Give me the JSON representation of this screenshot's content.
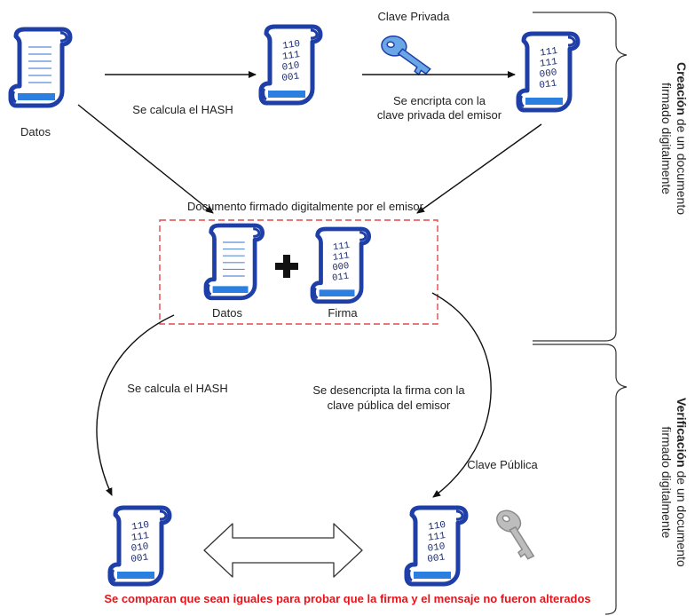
{
  "labels": {
    "datos_top": "Datos",
    "calc_hash_top": "Se calcula el HASH",
    "clave_privada": "Clave Privada",
    "encripta_line1": "Se encripta con la",
    "encripta_line2": "clave privada del emisor",
    "doc_firmado": "Documento firmado digitalmente por el emisor",
    "datos_mid": "Datos",
    "firma_mid": "Firma",
    "calc_hash_bottom": "Se calcula el HASH",
    "desencripta_line1": "Se desencripta la firma con la",
    "desencripta_line2": "clave pública del emisor",
    "clave_publica": "Clave Pública",
    "footer": "Se comparan que sean iguales para probar que la firma y el mensaje no fueron alterados"
  },
  "side_labels": {
    "creacion_bold": "Creación",
    "creacion_rest": " de un documento",
    "creacion_line2": "firmado digitalmente",
    "verificacion_bold": "Verificación",
    "verificacion_rest": " de un documento",
    "verificacion_line2": "firmado digitalmente"
  },
  "hash_text": {
    "variant_a": [
      "110",
      "111",
      "010",
      "001"
    ],
    "variant_b": [
      "111",
      "111",
      "000",
      "011"
    ]
  },
  "colors": {
    "scroll_outline": "#1f3fa8",
    "scroll_fill": "#ffffff",
    "scroll_band": "#2b7fe0",
    "key_blue": "#6aa7e6",
    "key_gray": "#bdbdbd",
    "dashed_box": "#e14b4b",
    "footer_text": "#e8141b"
  },
  "icons": {
    "document": "document-scroll-icon",
    "hash": "hash-scroll-icon",
    "private_key": "private-key-icon",
    "public_key": "public-key-icon",
    "plus": "plus-icon",
    "compare": "double-arrow-icon"
  }
}
